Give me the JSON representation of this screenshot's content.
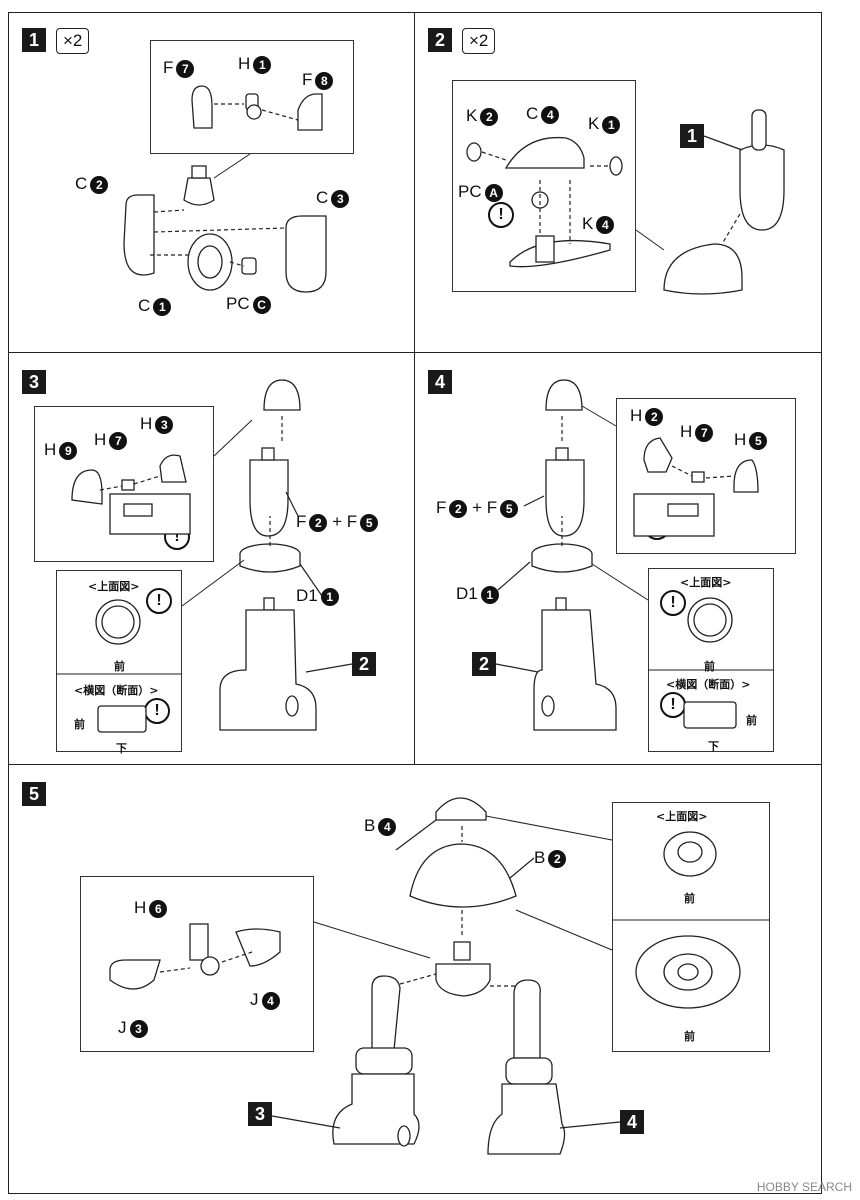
{
  "steps": [
    {
      "num": "1",
      "mult": "×2"
    },
    {
      "num": "2",
      "mult": "×2"
    },
    {
      "num": "3"
    },
    {
      "num": "4"
    },
    {
      "num": "5"
    }
  ],
  "step1": {
    "parts": [
      {
        "label": "F",
        "n": "7"
      },
      {
        "label": "H",
        "n": "1"
      },
      {
        "label": "F",
        "n": "8"
      },
      {
        "label": "C",
        "n": "2"
      },
      {
        "label": "C",
        "n": "3"
      },
      {
        "label": "C",
        "n": "1"
      },
      {
        "label": "PC",
        "n": "C"
      }
    ]
  },
  "step2": {
    "parts": [
      {
        "label": "K",
        "n": "2"
      },
      {
        "label": "C",
        "n": "4"
      },
      {
        "label": "K",
        "n": "1"
      },
      {
        "label": "PC",
        "n": "A"
      },
      {
        "label": "K",
        "n": "4"
      }
    ],
    "ref": "1"
  },
  "step3": {
    "parts": [
      {
        "label": "H",
        "n": "9"
      },
      {
        "label": "H",
        "n": "7"
      },
      {
        "label": "H",
        "n": "3"
      },
      {
        "label": "D1",
        "n": "1"
      }
    ],
    "combo": {
      "a": "F",
      "an": "2",
      "plus": "+",
      "b": "F",
      "bn": "5"
    },
    "top_view": "<上面図>",
    "front": "前",
    "side_view": "<横図（断面）>",
    "down": "下",
    "ref": "2"
  },
  "step4": {
    "parts": [
      {
        "label": "H",
        "n": "2"
      },
      {
        "label": "H",
        "n": "7"
      },
      {
        "label": "H",
        "n": "5"
      },
      {
        "label": "D1",
        "n": "1"
      }
    ],
    "combo": {
      "a": "F",
      "an": "2",
      "plus": "+",
      "b": "F",
      "bn": "5"
    },
    "top_view": "<上面図>",
    "front": "前",
    "side_view": "<横図（断面）>",
    "down": "下",
    "ref": "2"
  },
  "step5": {
    "parts": [
      {
        "label": "B",
        "n": "4"
      },
      {
        "label": "B",
        "n": "2"
      },
      {
        "label": "H",
        "n": "6"
      },
      {
        "label": "J",
        "n": "4"
      },
      {
        "label": "J",
        "n": "3"
      }
    ],
    "top_view": "<上面図>",
    "front1": "前",
    "front2": "前",
    "ref_left": "3",
    "ref_right": "4"
  },
  "watermark": "HOBBY SEARCH"
}
